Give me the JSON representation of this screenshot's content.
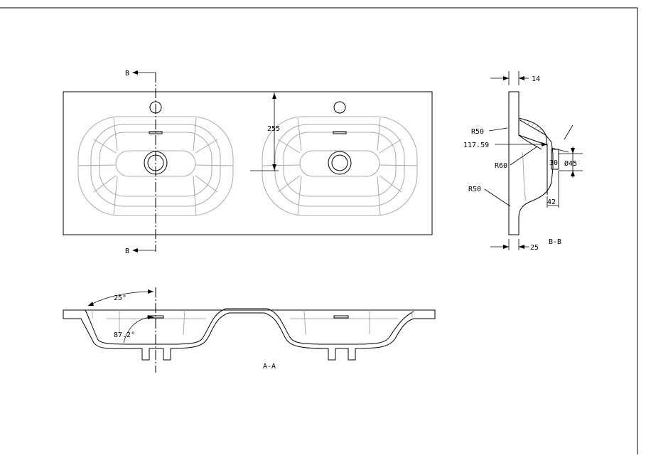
{
  "labels": {
    "section_b_top": "B",
    "section_b_bottom": "B",
    "dim_255": "255",
    "dim_14": "14",
    "dim_r50_top": "R50",
    "dim_117": "117.59",
    "dim_r60": "R60",
    "dim_r50_bottom": "R50",
    "dim_30": "30",
    "dim_d45": "Ø45",
    "dim_42": "42",
    "dim_25": "25",
    "view_bb": "B-B",
    "angle_25": "25°",
    "angle_87": "87.2°",
    "view_aa": "A-A"
  },
  "colors": {
    "line": "#000000",
    "contour": "#a9a9a9",
    "paper": "#ffffff"
  }
}
